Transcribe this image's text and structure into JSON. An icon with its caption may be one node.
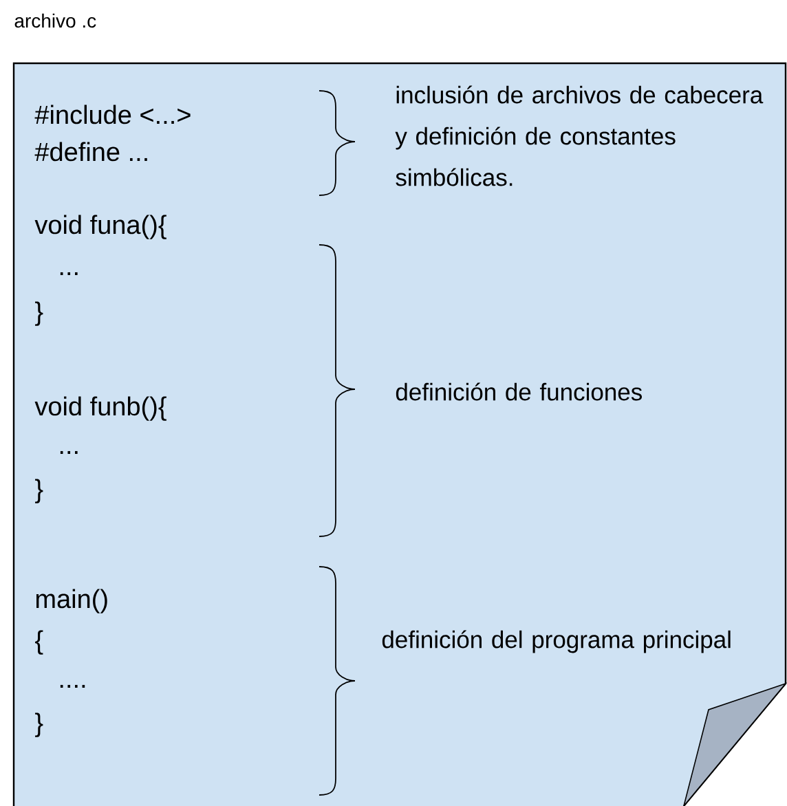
{
  "diagram": {
    "nodes": [
      {
        "text": [
          "archivo .c"
        ]
      }
    ],
    "edges": [],
    "labels": [
      "#include <...>",
      "#define ...",
      "inclusión de archivos de cabecera y definición de constantes simbólicas.",
      "void funa(){",
      "...",
      "}",
      "definición de funciones",
      "void funb(){",
      "...",
      "}",
      "main()",
      "{",
      "....",
      "}",
      "definición del programa principal"
    ]
  }
}
